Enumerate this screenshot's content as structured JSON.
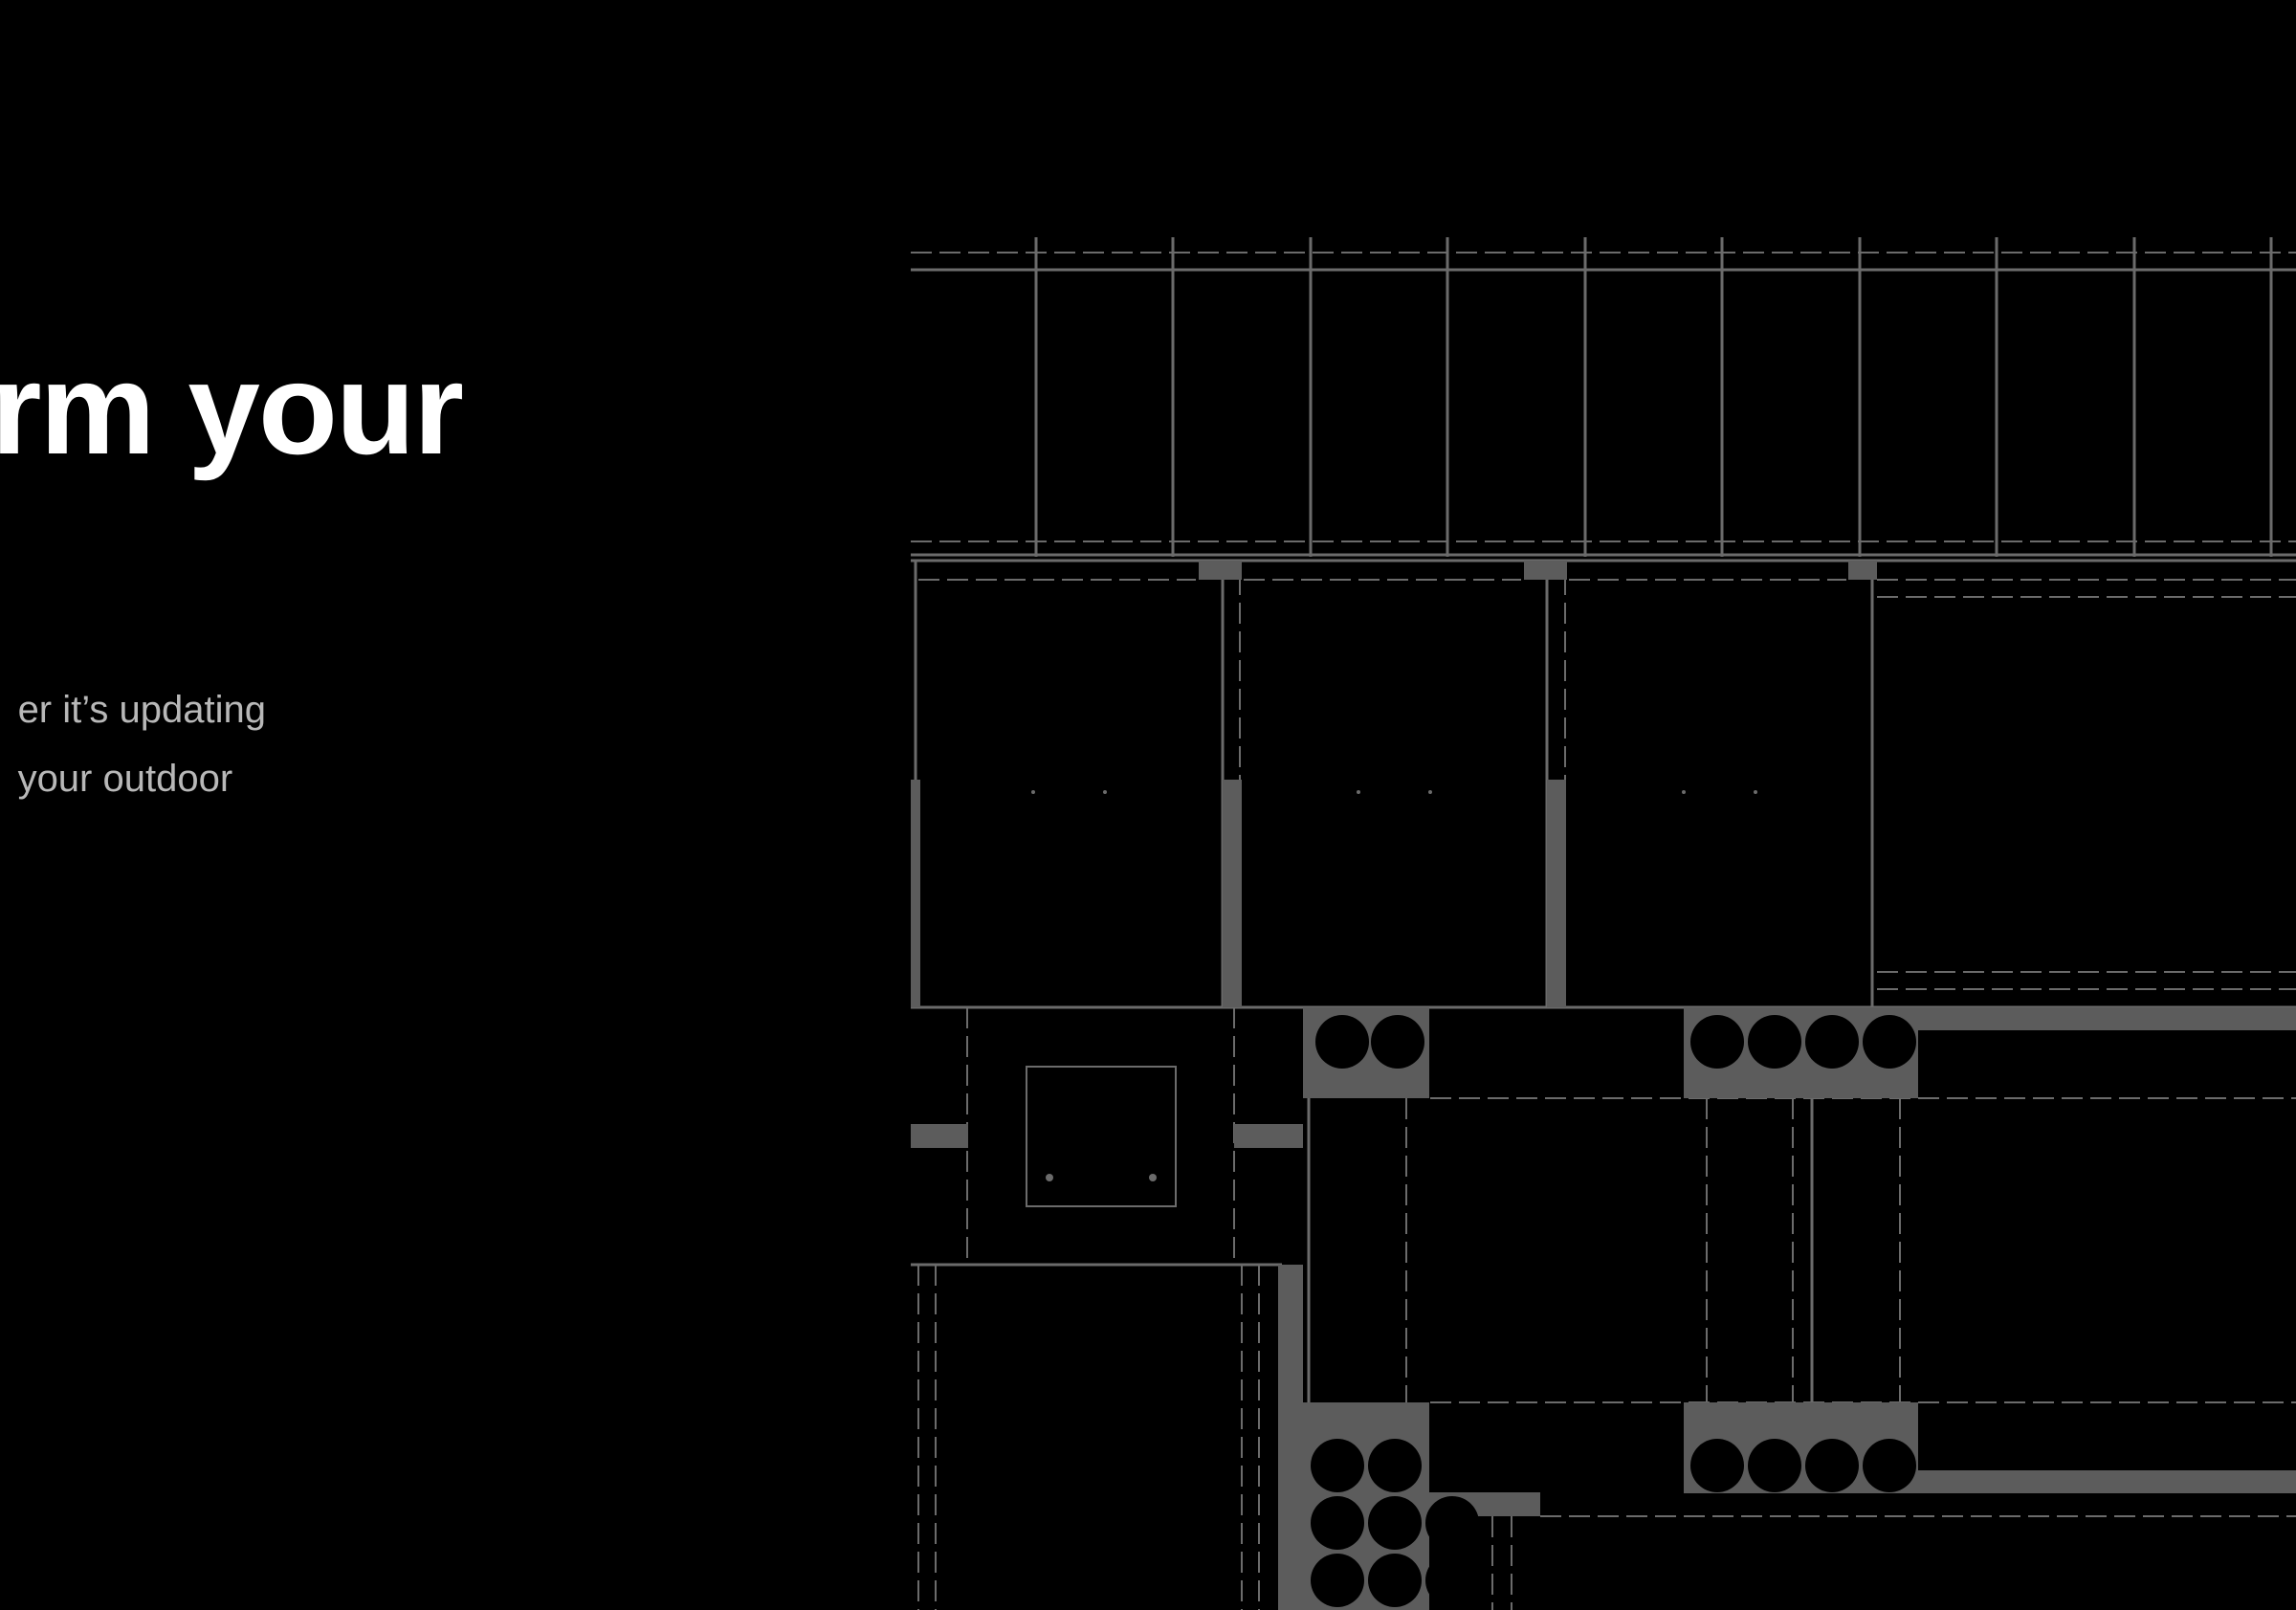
{
  "hero": {
    "headline": "orm your",
    "description_lines": [
      "er it’s updating",
      "your outdoor"
    ]
  },
  "colors": {
    "background": "#000000",
    "headline": "#ffffff",
    "description": "#b8b8b8",
    "drawing_line": "#6b6b6b",
    "drawing_fill": "#5c5c5c"
  },
  "illustration": {
    "name": "architectural-section-drawing"
  }
}
